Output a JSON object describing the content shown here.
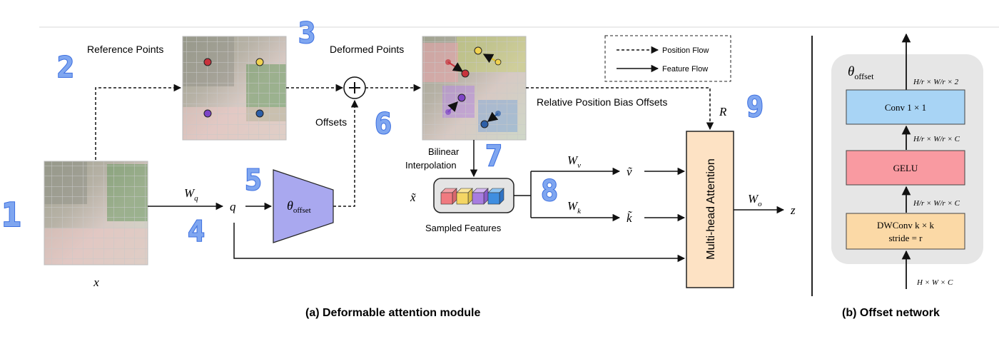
{
  "labels": {
    "reference_points": "Reference Points",
    "deformed_points": "Deformed Points",
    "offsets": "Offsets",
    "relative_position_bias_offsets": "Relative Position Bias Offsets",
    "bilinear_line1": "Bilinear",
    "bilinear_line2": "Interpolation",
    "sampled_features": "Sampled Features",
    "legend_position_flow": "Position Flow",
    "legend_feature_flow": "Feature Flow",
    "mha": "Multi-head Attention",
    "caption_a": "(a)  Deformable attention module",
    "caption_b": "(b)  Offset network"
  },
  "math": {
    "x": "x",
    "q": "q",
    "wq": "W",
    "wq_sub": "q",
    "theta": "θ",
    "theta_sub": "offset",
    "x_tilde": "x̃",
    "wv": "W",
    "wv_sub": "v",
    "wk": "W",
    "wk_sub": "k",
    "v_tilde": "ṽ",
    "k_tilde": "k̃",
    "r": "R",
    "wo": "W",
    "wo_sub": "o",
    "z": "z"
  },
  "offset_network": {
    "title": "θ",
    "title_sub": "offset",
    "conv": "Conv 1 × 1",
    "gelu": "GELU",
    "dwconv_line1": "DWConv k × k",
    "dwconv_line2": "stride = r",
    "dim_out": "H/r × W/r × 2",
    "dim_mid1": "H/r × W/r × C",
    "dim_mid2": "H/r × W/r × C",
    "dim_in": "H × W × C"
  },
  "badges": [
    "1",
    "2",
    "3",
    "4",
    "5",
    "6",
    "7",
    "8",
    "9"
  ],
  "colors": {
    "theta_block": "#a9a8ef",
    "mha_block": "#fde2c4",
    "conv_block": "#a8d4f5",
    "gelu_block": "#f99aa1",
    "dwconv_block": "#fbd9a6",
    "panel_bg": "#e6e6e6",
    "ref_red": "#c8323c",
    "ref_yellow": "#f0d250",
    "ref_purple": "#7d44c6",
    "ref_blue": "#2d5fa8"
  }
}
